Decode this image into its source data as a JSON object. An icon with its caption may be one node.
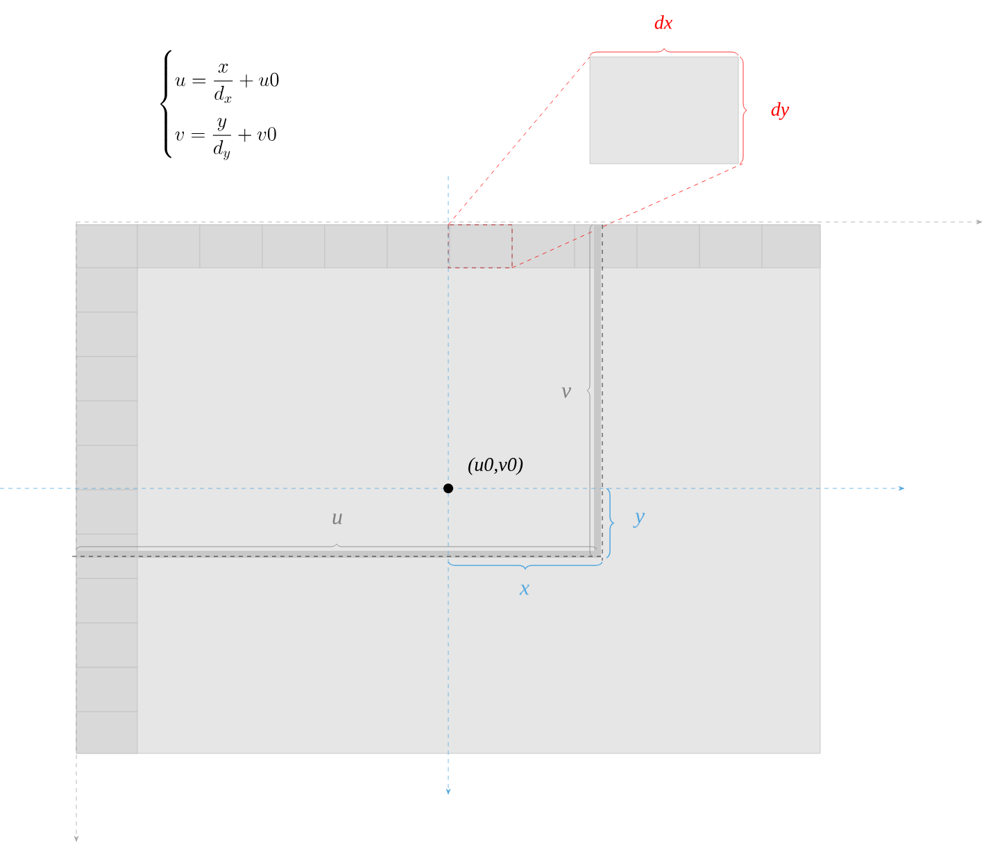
{
  "diagram": {
    "labels": [
      "\\begin{cases} u=\\dfrac{x}{d_x}+u0 \\\\ v=\\dfrac{y}{d_y}+v0 \\end{cases}",
      "dx",
      "dy",
      "v",
      "(u0,v0)",
      "u",
      "y",
      "x"
    ]
  }
}
